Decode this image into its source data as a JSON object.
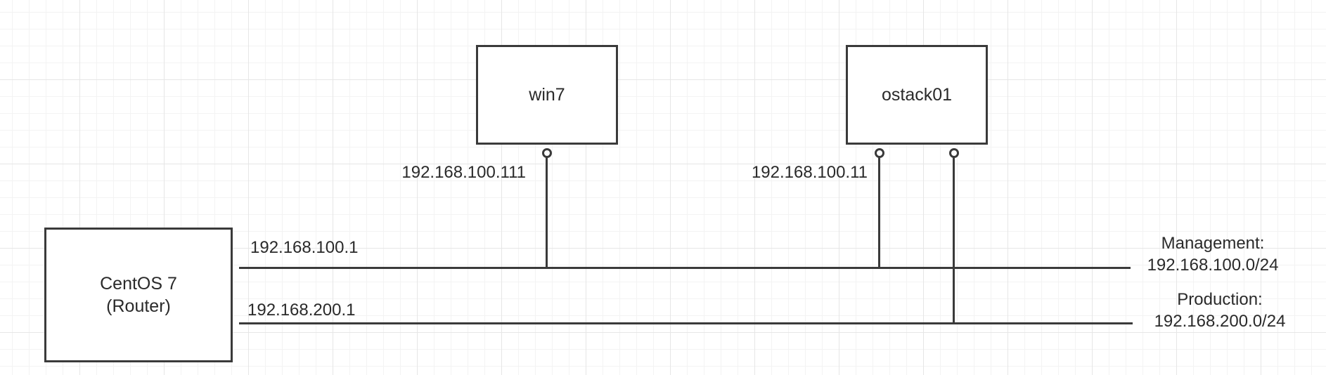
{
  "nodes": {
    "router": {
      "line1": "CentOS 7",
      "line2": "(Router)"
    },
    "win7": {
      "label": "win7"
    },
    "ostack01": {
      "label": "ostack01"
    }
  },
  "interfaces": {
    "router_mgmt_ip": "192.168.100.1",
    "router_prod_ip": "192.168.200.1",
    "win7_ip": "192.168.100.111",
    "ostack01_ip": "192.168.100.11"
  },
  "networks": {
    "management": {
      "name": "Management:",
      "cidr": "192.168.100.0/24"
    },
    "production": {
      "name": "Production:",
      "cidr": "192.168.200.0/24"
    }
  },
  "colors": {
    "stroke": "#3a3a3a",
    "grid_major": "#e6e6e6",
    "grid_minor": "#f3f3f3"
  }
}
